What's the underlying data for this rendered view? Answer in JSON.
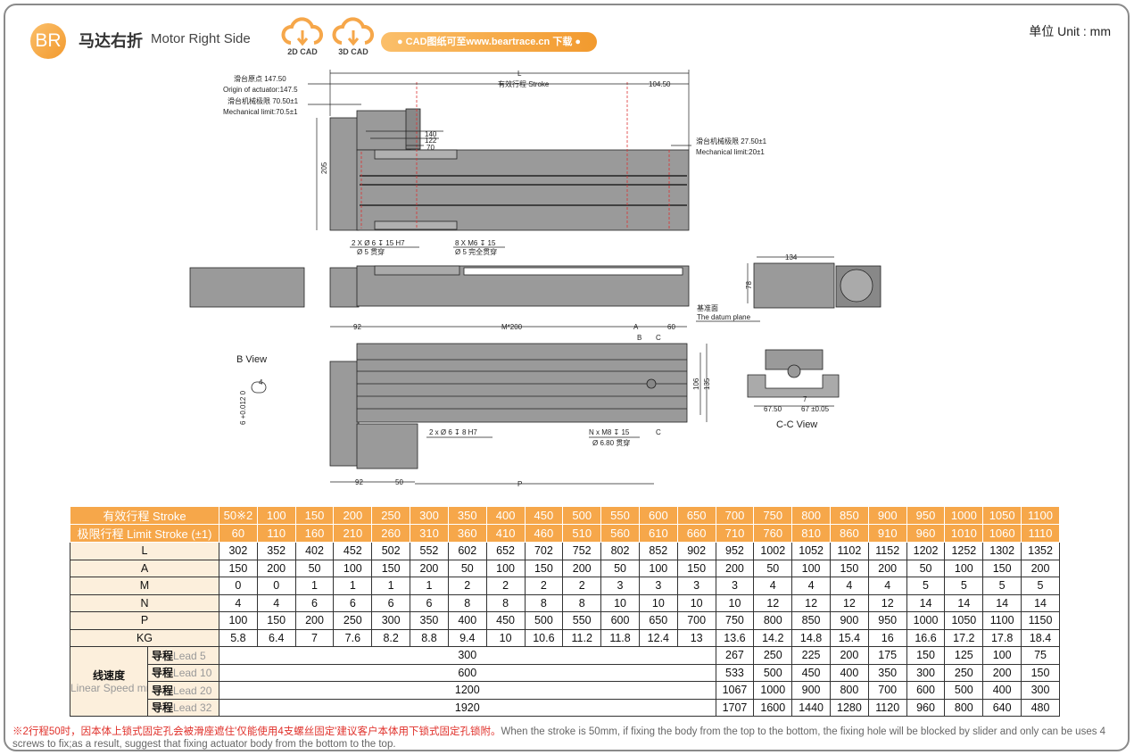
{
  "header": {
    "badge": "BR",
    "title_cn": "马达右折",
    "title_en": "Motor Right Side",
    "cad_2d": "2D CAD",
    "cad_3d": "3D CAD",
    "download_note": "● CAD图纸可至www.beartrace.cn 下载 ●",
    "unit": "单位  Unit : mm"
  },
  "drawing": {
    "origin_cn": "滑台原点 147.50",
    "origin_en": "Origin of actuator:147.5",
    "mech_limit_left_cn": "滑台机械极限 70.50±1",
    "mech_limit_left_en": "Mechanical limit:70.5±1",
    "mech_limit_right_cn": "滑台机械极限 27.50±1",
    "mech_limit_right_en": "Mechanical limit:20±1",
    "dim_L": "L",
    "dim_stroke": "有效行程 Stroke",
    "dim_104": "104.50",
    "dim_205": "205",
    "dim_140": "140",
    "dim_122": "122",
    "dim_70": "70",
    "hole1_a": "2 X Ø 6 ↧ 15 H7",
    "hole1_b": "Ø 5 贯穿",
    "hole2_a": "8 X M6 ↧ 15",
    "hole2_b": "Ø 5 完全贯穿",
    "dim_134": "134",
    "dim_78": "78",
    "datum_cn": "基准面",
    "datum_en": "The datum plane",
    "dim_92": "92",
    "dim_m200": "M*200",
    "dim_A": "A",
    "dim_60": "60",
    "dim_B": "B",
    "dim_C": "C",
    "dim_106": "106",
    "dim_135": "135",
    "hole3": "2 x Ø 6 ↧ 8 H7",
    "hole4_a": "N x M8 ↧ 15",
    "hole4_b": "Ø 6.80 贯穿",
    "dim_92b": "92",
    "dim_50": "50",
    "dim_P": "P",
    "b_view": "B View",
    "b_dim_4": "4",
    "b_tol": "6 +0.012 0",
    "cc_view": "C-C View",
    "cc_6750": "67.50",
    "cc_67": "67 ±0.05",
    "cc_7": "7"
  },
  "table": {
    "stroke_label": "有效行程 Stroke",
    "limit_label": "极限行程 Limit Stroke (±1)",
    "stroke": [
      "50※2",
      "100",
      "150",
      "200",
      "250",
      "300",
      "350",
      "400",
      "450",
      "500",
      "550",
      "600",
      "650",
      "700",
      "750",
      "800",
      "850",
      "900",
      "950",
      "1000",
      "1050",
      "1100"
    ],
    "limit": [
      "60",
      "110",
      "160",
      "210",
      "260",
      "310",
      "360",
      "410",
      "460",
      "510",
      "560",
      "610",
      "660",
      "710",
      "760",
      "810",
      "860",
      "910",
      "960",
      "1010",
      "1060",
      "1110"
    ],
    "rows": [
      {
        "label": "L",
        "values": [
          "302",
          "352",
          "402",
          "452",
          "502",
          "552",
          "602",
          "652",
          "702",
          "752",
          "802",
          "852",
          "902",
          "952",
          "1002",
          "1052",
          "1102",
          "1152",
          "1202",
          "1252",
          "1302",
          "1352"
        ]
      },
      {
        "label": "A",
        "values": [
          "150",
          "200",
          "50",
          "100",
          "150",
          "200",
          "50",
          "100",
          "150",
          "200",
          "50",
          "100",
          "150",
          "200",
          "50",
          "100",
          "150",
          "200",
          "50",
          "100",
          "150",
          "200"
        ]
      },
      {
        "label": "M",
        "values": [
          "0",
          "0",
          "1",
          "1",
          "1",
          "1",
          "2",
          "2",
          "2",
          "2",
          "3",
          "3",
          "3",
          "3",
          "4",
          "4",
          "4",
          "4",
          "5",
          "5",
          "5",
          "5"
        ]
      },
      {
        "label": "N",
        "values": [
          "4",
          "4",
          "6",
          "6",
          "6",
          "6",
          "8",
          "8",
          "8",
          "8",
          "10",
          "10",
          "10",
          "10",
          "12",
          "12",
          "12",
          "12",
          "14",
          "14",
          "14",
          "14"
        ]
      },
      {
        "label": "P",
        "values": [
          "100",
          "150",
          "200",
          "250",
          "300",
          "350",
          "400",
          "450",
          "500",
          "550",
          "600",
          "650",
          "700",
          "750",
          "800",
          "850",
          "900",
          "950",
          "1000",
          "1050",
          "1100",
          "1150"
        ]
      },
      {
        "label": "KG",
        "values": [
          "5.8",
          "6.4",
          "7",
          "7.6",
          "8.2",
          "8.8",
          "9.4",
          "10",
          "10.6",
          "11.2",
          "11.8",
          "12.4",
          "13",
          "13.6",
          "14.2",
          "14.8",
          "15.4",
          "16",
          "16.6",
          "17.2",
          "17.8",
          "18.4"
        ]
      }
    ],
    "speed_label_cn": "线速度",
    "speed_label_en": "Linear Speed mm/s",
    "speed": [
      {
        "lead_cn": "导程",
        "lead_en": "Lead 5",
        "span_value": "300",
        "values": [
          "267",
          "250",
          "225",
          "200",
          "175",
          "150",
          "125",
          "100",
          "75"
        ]
      },
      {
        "lead_cn": "导程",
        "lead_en": "Lead 10",
        "span_value": "600",
        "values": [
          "533",
          "500",
          "450",
          "400",
          "350",
          "300",
          "250",
          "200",
          "150"
        ]
      },
      {
        "lead_cn": "导程",
        "lead_en": "Lead 20",
        "span_value": "1200",
        "values": [
          "1067",
          "1000",
          "900",
          "800",
          "700",
          "600",
          "500",
          "400",
          "300"
        ]
      },
      {
        "lead_cn": "导程",
        "lead_en": "Lead 32",
        "span_value": "1920",
        "values": [
          "1707",
          "1600",
          "1440",
          "1280",
          "1120",
          "960",
          "800",
          "640",
          "480"
        ]
      }
    ]
  },
  "footnote": {
    "cn": "※2行程50时，因本体上锁式固定孔会被滑座遮住'仅能使用4支螺丝固定'建议客户本体用下锁式固定孔锁附。",
    "en": "When the stroke is 50mm, if fixing the body from the top to the bottom, the fixing hole will be blocked by slider and only can be uses 4 screws to fix;as a result, suggest that fixing actuator body from the bottom to the top."
  },
  "colors": {
    "accent": "#f6a74a",
    "label_bg": "#fcefdc",
    "note_red": "#e0302a"
  }
}
